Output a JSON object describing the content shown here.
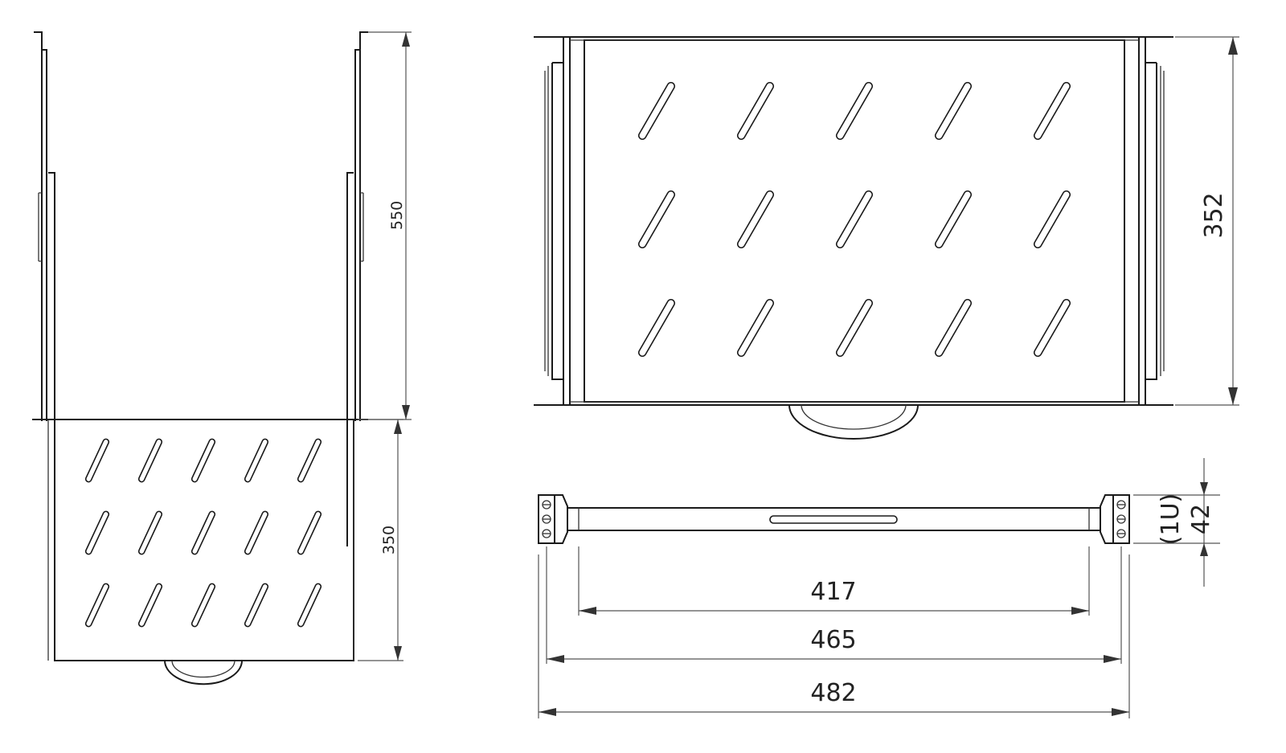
{
  "drawing": {
    "dimensions": {
      "extended_depth": "550",
      "shelf_depth_left": "350",
      "shelf_depth_top": "352",
      "height_value": "42",
      "height_unit": "(1U)",
      "inner_width": "417",
      "mounting_width": "465",
      "overall_width": "482"
    },
    "slot_grid": {
      "rows": 3,
      "cols": 5
    },
    "colors": {
      "line": "#1a1a1a",
      "background": "#ffffff"
    }
  }
}
